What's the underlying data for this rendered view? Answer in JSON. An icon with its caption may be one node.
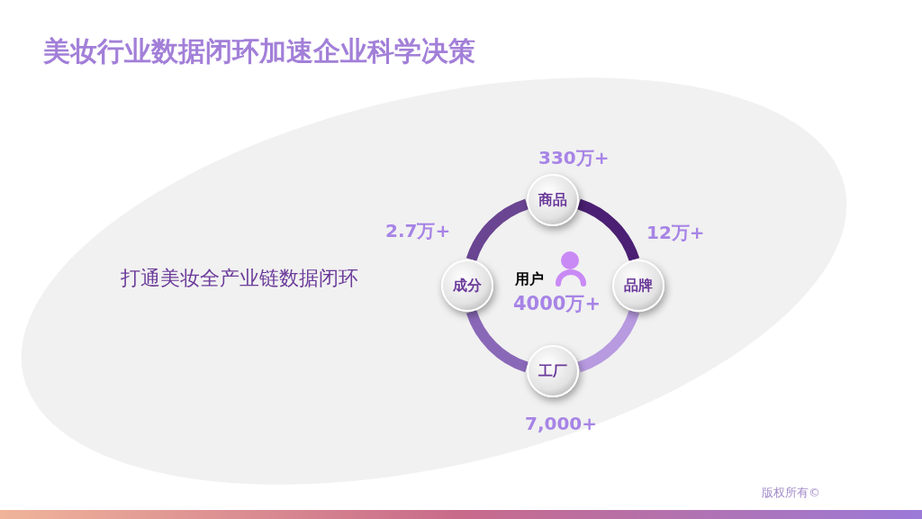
{
  "diagram": {
    "title": "美妆行业数据闭环加速企业科学决策",
    "nodes": [
      {
        "text": [
          "商品"
        ],
        "beside": [
          "330万+"
        ]
      },
      {
        "text": [
          "品牌"
        ],
        "beside": [
          "12万+"
        ]
      },
      {
        "text": [
          "工厂"
        ],
        "beside": [
          "7,000+"
        ]
      },
      {
        "text": [
          "成分"
        ],
        "beside": [
          "2.7万+"
        ]
      }
    ],
    "edges": [
      {
        "from": 0,
        "to": 1,
        "arrow": "none",
        "color": "#4b1f73"
      },
      {
        "from": 1,
        "to": 2,
        "arrow": "none",
        "color": "#b79ae0"
      },
      {
        "from": 2,
        "to": 3,
        "arrow": "none",
        "color": "#8a68b8"
      },
      {
        "from": 3,
        "to": 0,
        "arrow": "none",
        "color": "#6a4592"
      }
    ],
    "labels": [
      "打通美妆全产业链数据闭环",
      "用户",
      "4000万+",
      "版权所有©"
    ]
  }
}
